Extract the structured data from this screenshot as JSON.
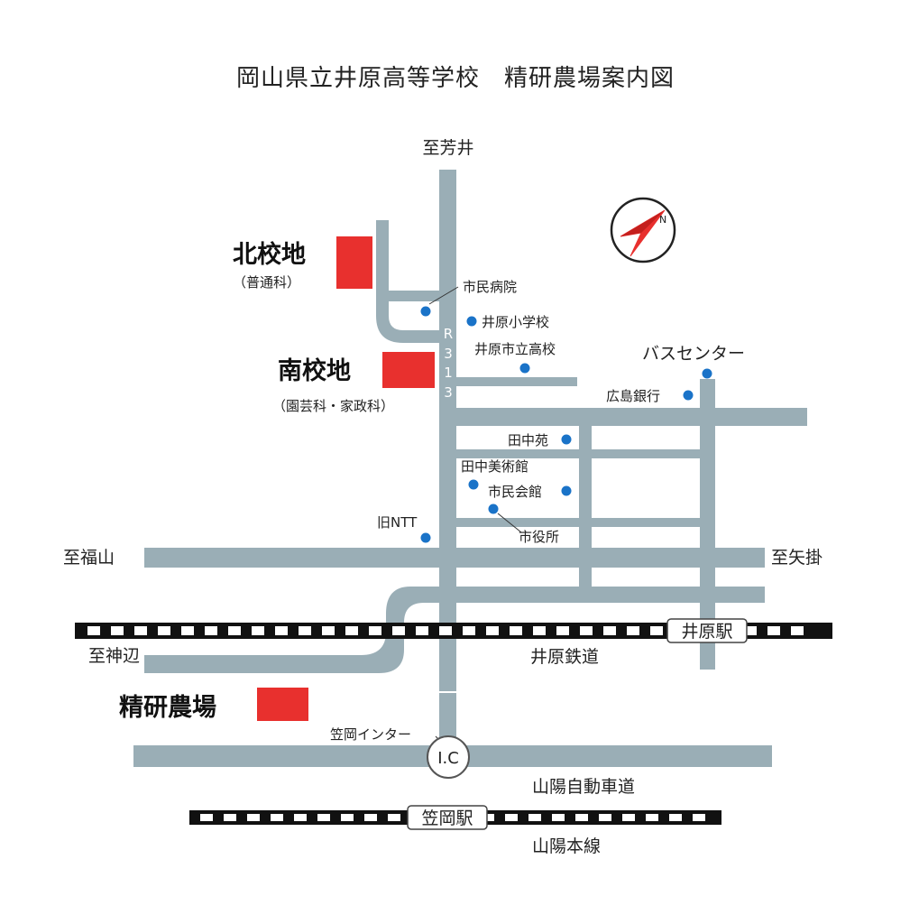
{
  "title": "岡山県立井原高等学校　精研農場案内図",
  "colors": {
    "road": "#9aaeb6",
    "site": "#e8302e",
    "poi": "#1a73c8",
    "rail_dark": "#111111",
    "rail_light": "#ffffff"
  },
  "destinations": {
    "north": "至芳井",
    "west": "至福山",
    "east": "至矢掛",
    "southwest": "至神辺"
  },
  "sites": {
    "north_campus": {
      "name": "北校地",
      "sub": "（普通科）"
    },
    "south_campus": {
      "name": "南校地",
      "sub": "（園芸科・家政科）"
    },
    "farm": {
      "name": "精研農場"
    }
  },
  "route": {
    "number": [
      "R",
      "3",
      "1",
      "3"
    ]
  },
  "poi": {
    "hospital": "市民病院",
    "elementary": "井原小学校",
    "city_high": "井原市立高校",
    "bus_center": "バスセンター",
    "bank": "広島銀行",
    "tanakaen": "田中苑",
    "museum": "田中美術館",
    "civic_hall": "市民会館",
    "city_office": "市役所",
    "old_ntt": "旧NTT"
  },
  "railways": {
    "ibara": {
      "line": "井原鉄道",
      "station": "井原駅"
    },
    "sanyo": {
      "line": "山陽本線",
      "station": "笠岡駅"
    }
  },
  "expressway": {
    "name": "山陽自動車道",
    "interchange": "笠岡インター",
    "ic_badge": "I.C"
  },
  "compass": {
    "letter": "N"
  }
}
